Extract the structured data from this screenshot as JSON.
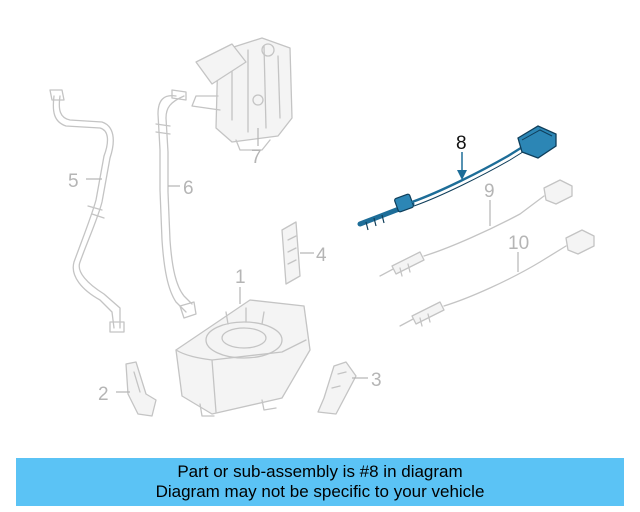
{
  "diagram": {
    "callouts": {
      "c1": "1",
      "c2": "2",
      "c3": "3",
      "c4": "4",
      "c5": "5",
      "c6": "6",
      "c7": "7",
      "c8": "8",
      "c9": "9",
      "c10": "10"
    },
    "highlighted_part": "8",
    "colors": {
      "highlight": "#1d6d98",
      "ghost": "#c4c4c4",
      "caption_bg": "#5bc3f5"
    }
  },
  "caption": {
    "line1": "Part or sub-assembly is #8 in diagram",
    "line2": "Diagram may not be specific to your vehicle"
  }
}
